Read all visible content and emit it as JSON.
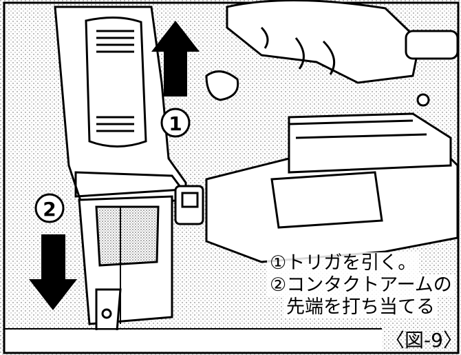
{
  "labels": {
    "step1_marker": "①",
    "step2_marker": "②",
    "step1_text": "①トリガを引く。",
    "step2_text": "②コンタクトアームの",
    "step2_text_cont": "先端を打ち当てる",
    "figure_label": "〈図-9〉"
  }
}
